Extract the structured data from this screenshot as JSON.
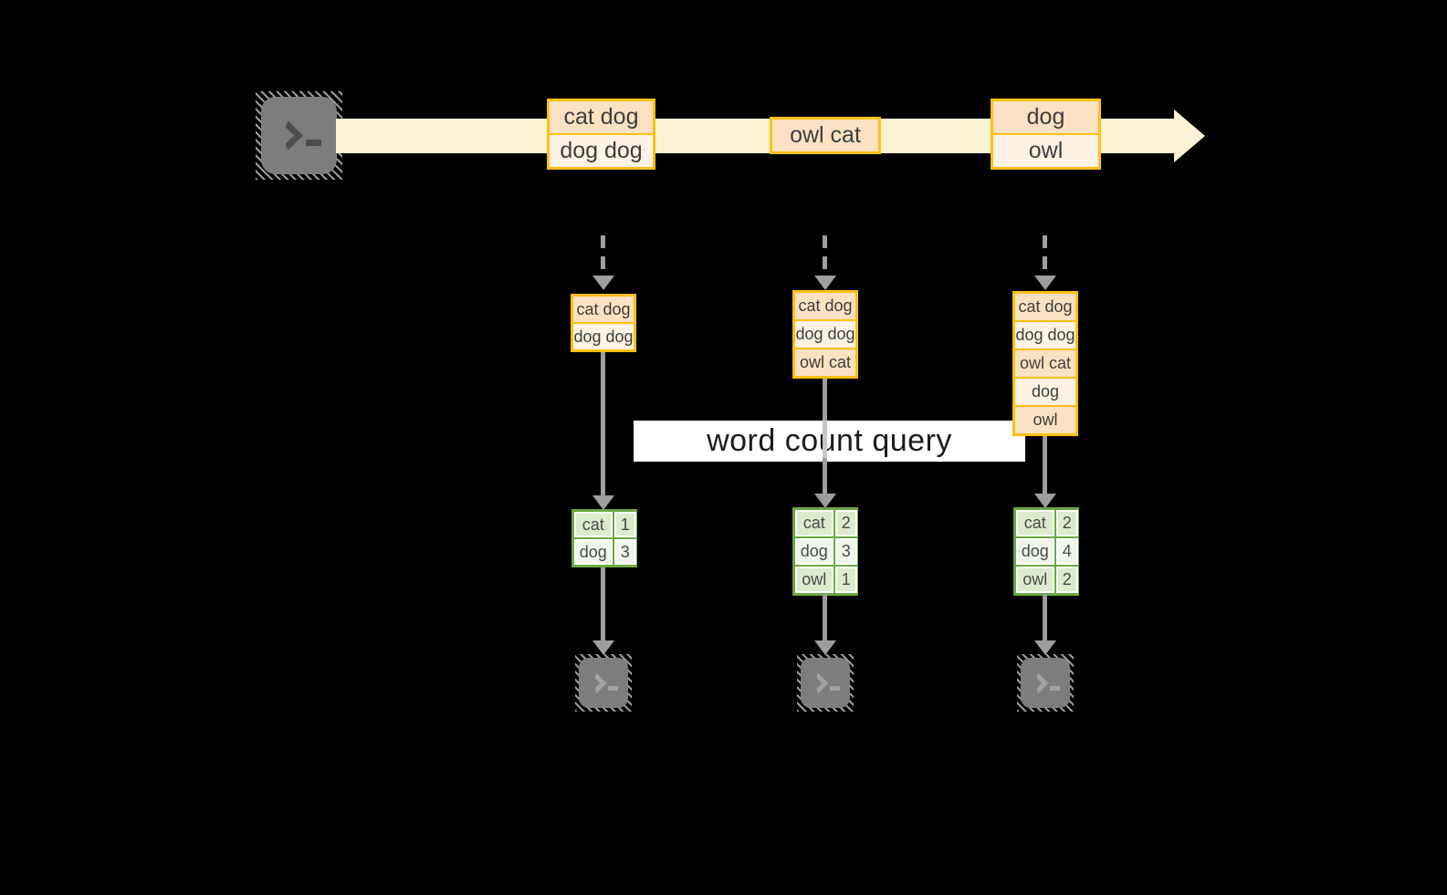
{
  "query": {
    "label": "word count query"
  },
  "stream": {
    "source_icon": "terminal-icon",
    "batches": [
      {
        "records": [
          "cat dog",
          "dog dog"
        ]
      },
      {
        "records": [
          "owl cat"
        ]
      },
      {
        "records": [
          "dog",
          "owl"
        ]
      }
    ]
  },
  "snapshots": [
    {
      "records": [
        "cat dog",
        "dog dog"
      ],
      "counts": [
        {
          "word": "cat",
          "count": 1
        },
        {
          "word": "dog",
          "count": 3
        }
      ]
    },
    {
      "records": [
        "cat dog",
        "dog dog",
        "owl cat"
      ],
      "counts": [
        {
          "word": "cat",
          "count": 2
        },
        {
          "word": "dog",
          "count": 3
        },
        {
          "word": "owl",
          "count": 1
        }
      ]
    },
    {
      "records": [
        "cat dog",
        "dog dog",
        "owl cat",
        "dog",
        "owl"
      ],
      "counts": [
        {
          "word": "cat",
          "count": 2
        },
        {
          "word": "dog",
          "count": 4
        },
        {
          "word": "owl",
          "count": 2
        }
      ]
    }
  ],
  "colors": {
    "background": "#000000",
    "stream_arrow": "#faf2d2",
    "record_border": "#fcc014",
    "record_fill_dark": "#fae1c2",
    "record_fill_light": "#fdf2e4",
    "table_border": "#6ca843",
    "table_fill_dark": "#dceace",
    "table_fill_light": "#eff5ea",
    "arrow_gray": "#9e9e9e",
    "terminal_gray": "#7d7d7d",
    "query_bg": "#ffffff"
  }
}
